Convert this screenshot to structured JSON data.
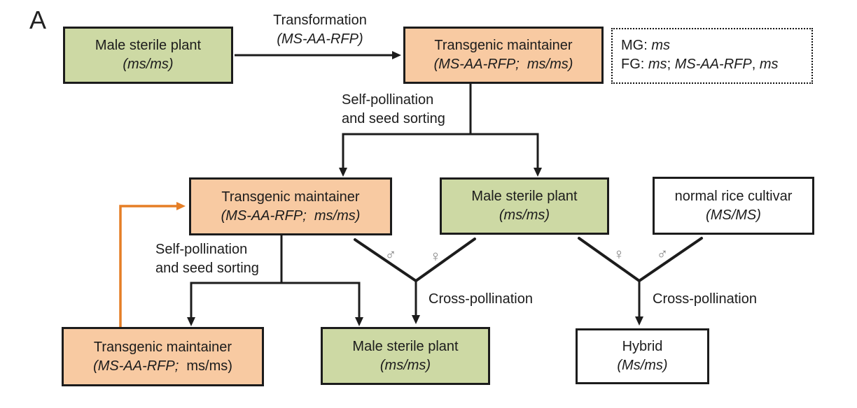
{
  "panel_label": "A",
  "colors": {
    "green_fill": "#cdd9a4",
    "orange_fill": "#f8caa2",
    "white_fill": "#ffffff",
    "box_border": "#1c1c1c",
    "orange_arrow": "#e57e26",
    "symbol_gray": "#808080"
  },
  "boxes": {
    "male_sterile_top": {
      "line1": "Male sterile plant",
      "line2": "(ms/ms)"
    },
    "transgenic_maintainer_top": {
      "line1": "Transgenic maintainer",
      "line2": "(MS-AA-RFP;  ms/ms)"
    },
    "transgenic_maintainer_mid": {
      "line1": "Transgenic maintainer",
      "line2": "(MS-AA-RFP;  ms/ms)"
    },
    "male_sterile_mid": {
      "line1": "Male sterile plant",
      "line2": "(ms/ms)"
    },
    "normal_rice_cultivar": {
      "line1": "normal rice cultivar",
      "line2": "(MS/MS)"
    },
    "transgenic_maintainer_bottom": {
      "line1": "Transgenic maintainer",
      "line2_italic": "(MS-AA-RFP;",
      "line2_roman": "  ms/ms)"
    },
    "male_sterile_bottom": {
      "line1": "Male sterile plant",
      "line2": "(ms/ms)"
    },
    "hybrid": {
      "line1": "Hybrid",
      "line2": "(Ms/ms)"
    }
  },
  "legend": {
    "line1_label": "MG: ",
    "line1_gene": "ms",
    "line2_label": "FG: ",
    "line2_gene1": "ms",
    "line2_sep1": "; ",
    "line2_gene2": "MS-AA-RFP",
    "line2_sep2": ", ",
    "line2_gene3": "ms"
  },
  "labels": {
    "transformation_line1": "Transformation",
    "transformation_line2": "(MS-AA-RFP)",
    "self_pollination_line1": "Self-pollination",
    "self_pollination_line2": "and seed sorting",
    "cross_pollination": "Cross-pollination",
    "male_symbol": "♂",
    "female_symbol": "♀"
  }
}
